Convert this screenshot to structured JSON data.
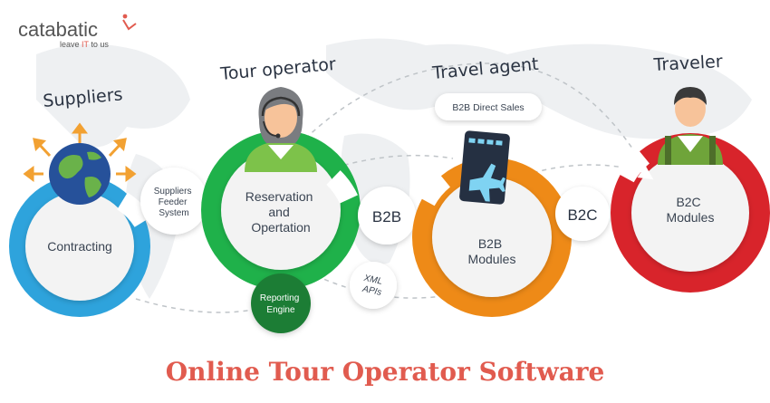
{
  "logo": {
    "brand": "catabatic",
    "tagline_pre": "leave ",
    "tagline_it": "IT",
    "tagline_post": " to us"
  },
  "stages": {
    "suppliers": "Suppliers",
    "tour_operator": "Tour operator",
    "travel_agent": "Travel agent",
    "traveler": "Traveler"
  },
  "nodes": {
    "contracting": "Contracting",
    "feeder": [
      "Suppliers",
      "Feeder",
      "System"
    ],
    "reservation": [
      "Reservation",
      "and",
      "Opertation"
    ],
    "reporting": [
      "Reporting",
      "Engine"
    ],
    "b2b_link": "B2B",
    "b2b_modules": [
      "B2B",
      "Modules"
    ],
    "b2c_link": "B2C",
    "b2c_modules": [
      "B2C",
      "Modules"
    ],
    "direct_sales": "B2B Direct Sales",
    "xml_apis": [
      "XML",
      "APIs"
    ]
  },
  "footer_title": "Online Tour Operator Software",
  "colors": {
    "blue": "#2ea3dc",
    "green": "#1fb14a",
    "dark_green": "#1e7d34",
    "orange": "#ee8a17",
    "red": "#d8242b",
    "title": "#e15b4f"
  }
}
